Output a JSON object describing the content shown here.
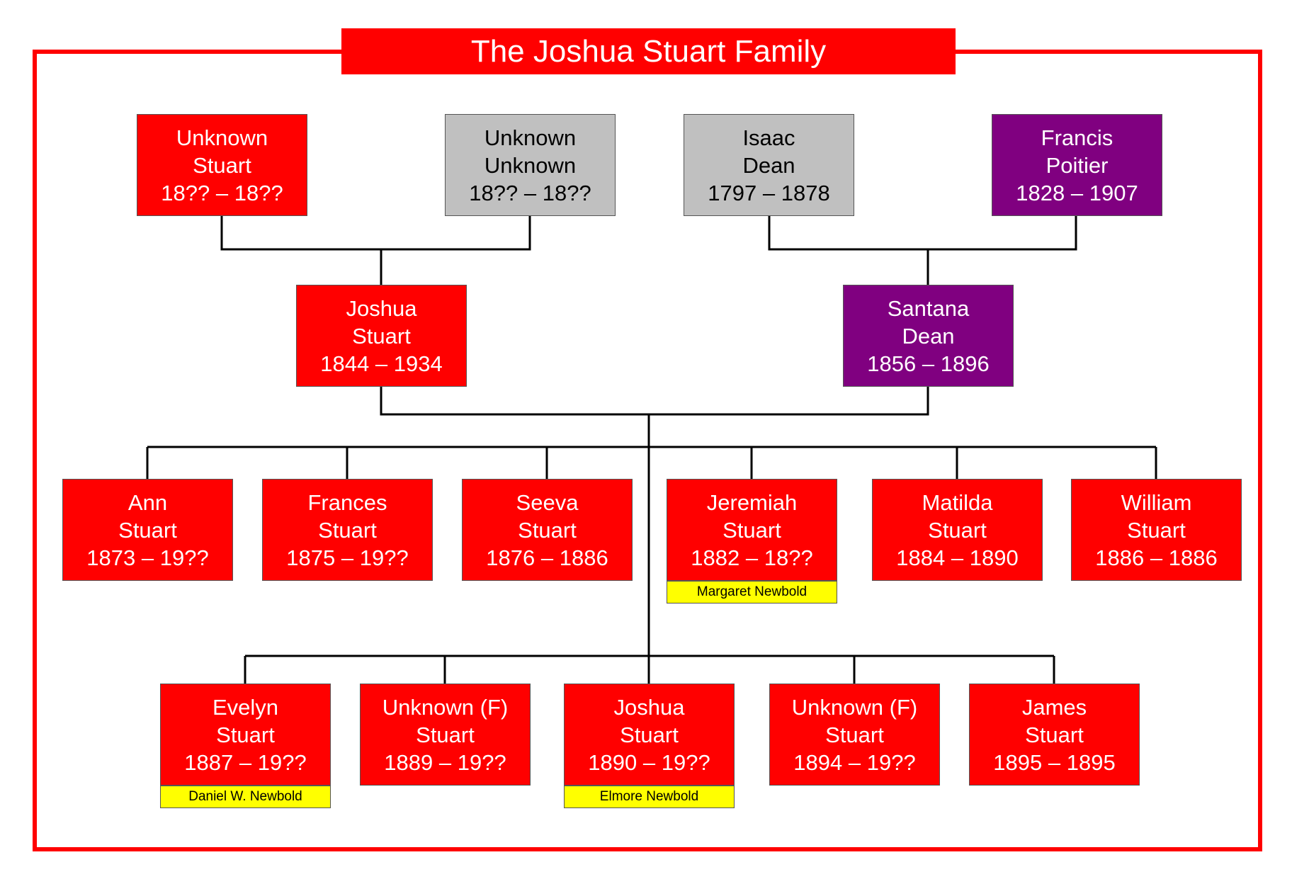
{
  "title": "The Joshua Stuart Family",
  "colors": {
    "frame": "#ff0000",
    "stuart": "#ff0000",
    "unknown": "#c0c0c0",
    "dean": "#800080",
    "spouse": "#ffff00"
  },
  "grandparents": [
    {
      "first": "Unknown",
      "last": "Stuart",
      "years": "18?? – 18??",
      "color": "#ff0000",
      "text": "#ffffff"
    },
    {
      "first": "Unknown",
      "last": "Unknown",
      "years": "18?? – 18??",
      "color": "#c0c0c0",
      "text": "#000000"
    },
    {
      "first": "Isaac",
      "last": "Dean",
      "years": "1797 – 1878",
      "color": "#c0c0c0",
      "text": "#000000"
    },
    {
      "first": "Francis",
      "last": "Poitier",
      "years": "1828 – 1907",
      "color": "#800080",
      "text": "#ffffff"
    }
  ],
  "parents": [
    {
      "first": "Joshua",
      "last": "Stuart",
      "years": "1844 – 1934",
      "color": "#ff0000",
      "text": "#ffffff"
    },
    {
      "first": "Santana",
      "last": "Dean",
      "years": "1856 – 1896",
      "color": "#800080",
      "text": "#ffffff"
    }
  ],
  "children_row1": [
    {
      "first": "Ann",
      "last": "Stuart",
      "years": "1873 – 19??"
    },
    {
      "first": "Frances",
      "last": "Stuart",
      "years": "1875 – 19??"
    },
    {
      "first": "Seeva",
      "last": "Stuart",
      "years": "1876 – 1886"
    },
    {
      "first": "Jeremiah",
      "last": "Stuart",
      "years": "1882 – 18??",
      "spouse": "Margaret Newbold"
    },
    {
      "first": "Matilda",
      "last": "Stuart",
      "years": "1884 – 1890"
    },
    {
      "first": "William",
      "last": "Stuart",
      "years": "1886 – 1886"
    }
  ],
  "children_row2": [
    {
      "first": "Evelyn",
      "last": "Stuart",
      "years": "1887 – 19??",
      "spouse": "Daniel W. Newbold"
    },
    {
      "first": "Unknown (F)",
      "last": "Stuart",
      "years": "1889 – 19??"
    },
    {
      "first": "Joshua",
      "last": "Stuart",
      "years": "1890 – 19??",
      "spouse": "Elmore Newbold"
    },
    {
      "first": "Unknown (F)",
      "last": "Stuart",
      "years": "1894 – 19??"
    },
    {
      "first": "James",
      "last": "Stuart",
      "years": "1895 – 1895"
    }
  ]
}
